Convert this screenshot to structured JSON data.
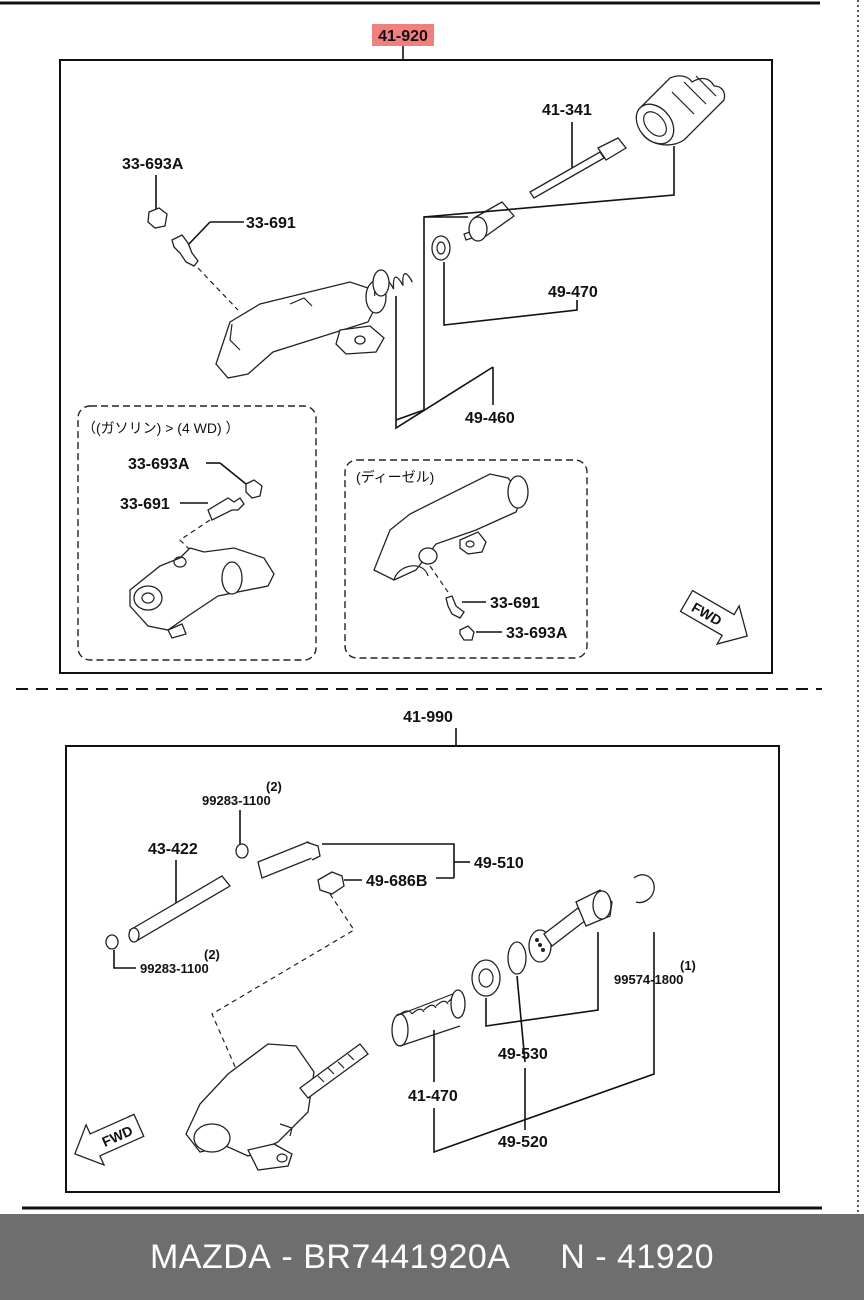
{
  "top_group": {
    "assembly_no": "41-920",
    "highlight_color": "#f08080",
    "labels": {
      "p33_693a": "33-693A",
      "p33_691": "33-691",
      "p41_341": "41-341",
      "p49_470": "49-470",
      "p49_460": "49-460"
    },
    "gasoline_4wd": {
      "caption": "（(ガソリン) > (4 WD) ）",
      "p33_693a": "33-693A",
      "p33_691": "33-691"
    },
    "diesel": {
      "caption": "(ディーゼル)",
      "p33_691": "33-691",
      "p33_693a": "33-693A"
    },
    "fwd": "FWD"
  },
  "bottom_group": {
    "assembly_no": "41-990",
    "labels": {
      "p99283_top": "99283-1100",
      "p99283_top_qty": "(2)",
      "p43_422": "43-422",
      "p49_510": "49-510",
      "p49_686b": "49-686B",
      "p99283_bot": "99283-1100",
      "p99283_bot_qty": "(2)",
      "p99574": "99574-1800",
      "p99574_qty": "(1)",
      "p49_530": "49-530",
      "p41_470": "41-470",
      "p49_520": "49-520"
    },
    "fwd": "FWD"
  },
  "footer": {
    "brand": "MAZDA",
    "part_number": "BR7441920A",
    "ref": "N - 41920",
    "background": "#6e6e6e"
  }
}
